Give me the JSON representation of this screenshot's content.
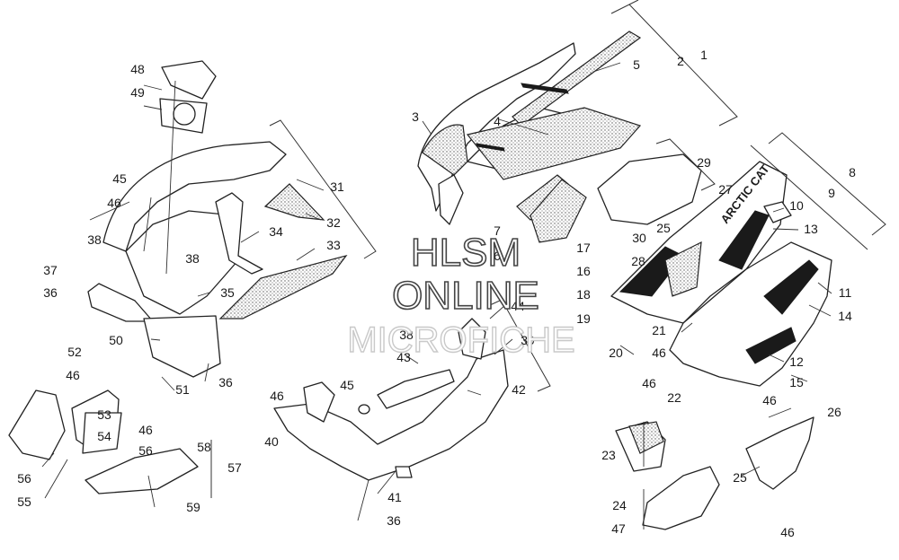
{
  "watermark": {
    "line1": "HLSM",
    "line2": "ONLINE",
    "line3": "MICROFICHE"
  },
  "brand_text": "ARCTIC CAT",
  "callouts": [
    "1",
    "2",
    "3",
    "4",
    "5",
    "6",
    "7",
    "8",
    "9",
    "10",
    "11",
    "12",
    "13",
    "14",
    "15",
    "17",
    "16",
    "18",
    "19",
    "20",
    "21",
    "22",
    "23",
    "24",
    "25",
    "25",
    "26",
    "27",
    "28",
    "29",
    "30",
    "31",
    "32",
    "33",
    "34",
    "35",
    "36",
    "36",
    "36",
    "37",
    "38",
    "38",
    "38",
    "39",
    "40",
    "41",
    "42",
    "43",
    "44",
    "45",
    "45",
    "46",
    "46",
    "46",
    "46",
    "46",
    "46",
    "46",
    "46",
    "47",
    "48",
    "49",
    "50",
    "51",
    "52",
    "53",
    "54",
    "55",
    "56",
    "56",
    "57",
    "58",
    "59"
  ]
}
